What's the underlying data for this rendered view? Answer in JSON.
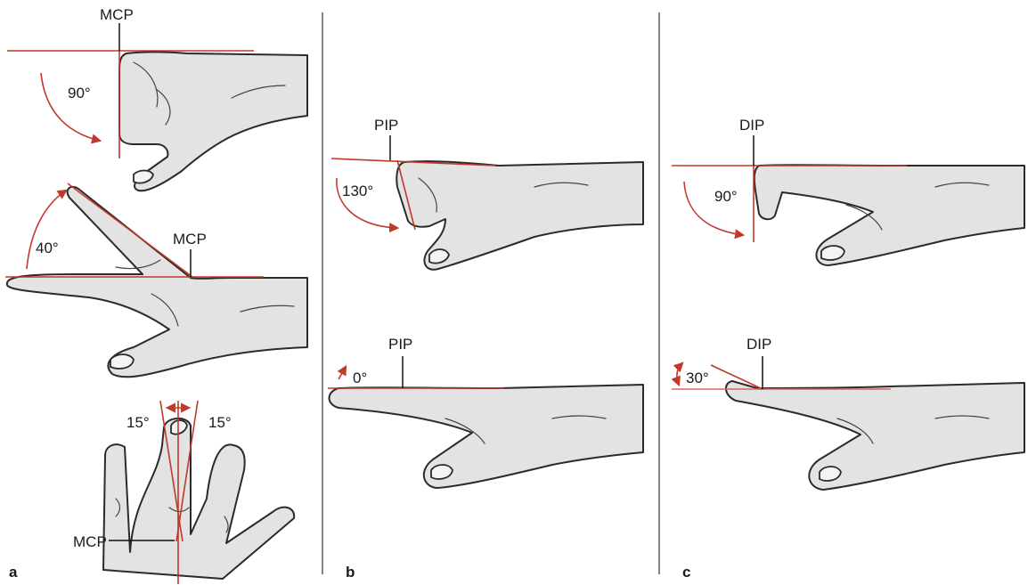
{
  "colors": {
    "angle_line": "#c0392b",
    "skin": "#e3e3e3",
    "outline": "#2b2b2b"
  },
  "panels": {
    "a": {
      "label": "a",
      "top": {
        "joint": "MCP",
        "angle": "90°"
      },
      "middle": {
        "joint": "MCP",
        "angle": "40°"
      },
      "bottom": {
        "joint": "MCP",
        "angle_left": "15°",
        "angle_right": "15°"
      }
    },
    "b": {
      "label": "b",
      "top": {
        "joint": "PIP",
        "angle": "130°"
      },
      "bottom": {
        "joint": "PIP",
        "angle": "0°"
      }
    },
    "c": {
      "label": "c",
      "top": {
        "joint": "DIP",
        "angle": "90°"
      },
      "bottom": {
        "joint": "DIP",
        "angle": "30°"
      }
    }
  }
}
